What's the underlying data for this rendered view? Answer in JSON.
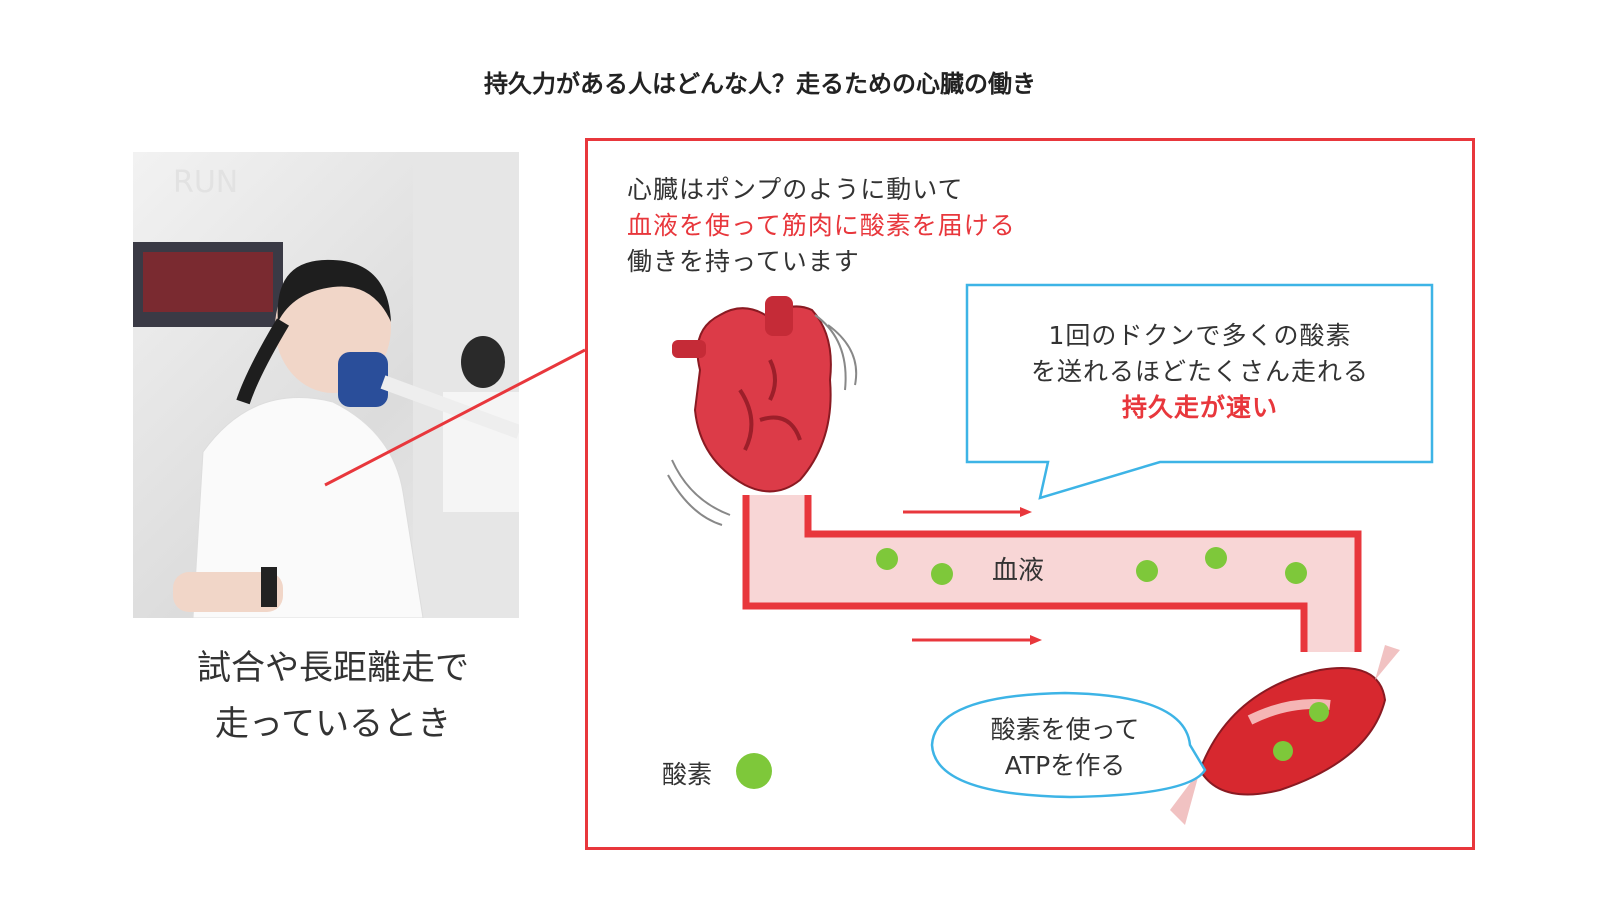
{
  "title": "持久力がある人はどんな人？走るための心臓の働き",
  "photo": {
    "caption_lines": [
      "試合や長距離走で",
      "走っているとき"
    ],
    "wall_text": "RUN"
  },
  "diagram": {
    "intro_lines": [
      "心臓はポンプのように動いて",
      "血液を使って筋肉に酸素を届ける",
      "働きを持っています"
    ],
    "callout_lines": [
      "1回のドクンで多くの酸素",
      "を送れるほどたくさん走れる",
      "持久走が速い"
    ],
    "blood_label": "血液",
    "muscle_bubble_lines": [
      "酸素を使って",
      "ATPを作る"
    ],
    "legend_label": "酸素"
  },
  "colors": {
    "accent_red": "#e8373c",
    "callout_blue": "#3db4e6",
    "oxygen_green": "#7ec83a",
    "blood_pink": "#f8d6d6"
  }
}
